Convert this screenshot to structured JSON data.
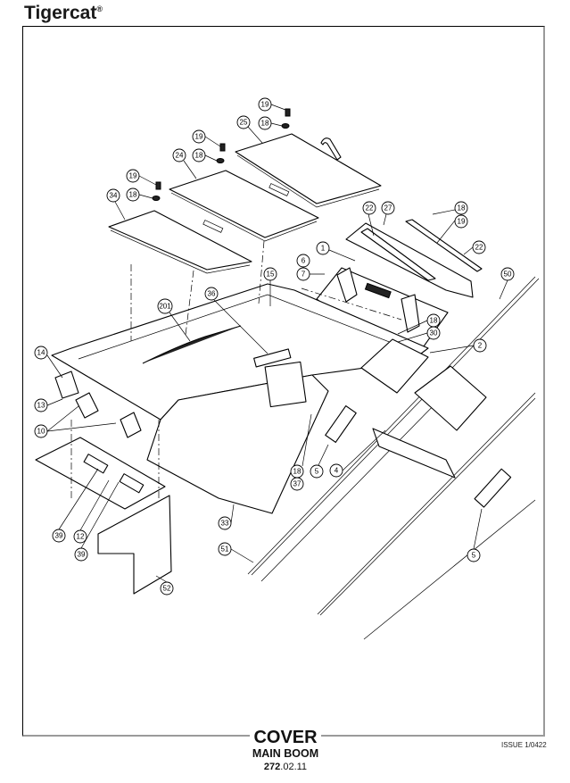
{
  "header": {
    "brand": "Tigercat",
    "brand_mark": "®"
  },
  "title_block": {
    "title": "COVER",
    "subtitle": "MAIN BOOM",
    "section_bold": "272",
    "section_rest": ".02.11",
    "issue": "ISSUE 1/0422"
  },
  "callouts": [
    {
      "id": "c-19a",
      "label": "19"
    },
    {
      "id": "c-18a",
      "label": "18"
    },
    {
      "id": "c-25",
      "label": "25"
    },
    {
      "id": "c-19b",
      "label": "19"
    },
    {
      "id": "c-18b",
      "label": "18"
    },
    {
      "id": "c-24",
      "label": "24"
    },
    {
      "id": "c-19c",
      "label": "19"
    },
    {
      "id": "c-18c",
      "label": "18"
    },
    {
      "id": "c-34",
      "label": "34"
    },
    {
      "id": "c-22a",
      "label": "22"
    },
    {
      "id": "c-27",
      "label": "27"
    },
    {
      "id": "c-18d",
      "label": "18"
    },
    {
      "id": "c-19d",
      "label": "19"
    },
    {
      "id": "c-22b",
      "label": "22"
    },
    {
      "id": "c-1",
      "label": "1"
    },
    {
      "id": "c-6",
      "label": "6"
    },
    {
      "id": "c-7",
      "label": "7"
    },
    {
      "id": "c-15",
      "label": "15"
    },
    {
      "id": "c-36",
      "label": "36"
    },
    {
      "id": "c-201",
      "label": "201"
    },
    {
      "id": "c-50",
      "label": "50"
    },
    {
      "id": "c-18e",
      "label": "18"
    },
    {
      "id": "c-30",
      "label": "30"
    },
    {
      "id": "c-2",
      "label": "2"
    },
    {
      "id": "c-14",
      "label": "14"
    },
    {
      "id": "c-13",
      "label": "13"
    },
    {
      "id": "c-10",
      "label": "10"
    },
    {
      "id": "c-18f",
      "label": "18"
    },
    {
      "id": "c-37",
      "label": "37"
    },
    {
      "id": "c-5a",
      "label": "5"
    },
    {
      "id": "c-4",
      "label": "4"
    },
    {
      "id": "c-33",
      "label": "33"
    },
    {
      "id": "c-39a",
      "label": "39"
    },
    {
      "id": "c-12",
      "label": "12"
    },
    {
      "id": "c-39b",
      "label": "39"
    },
    {
      "id": "c-51",
      "label": "51"
    },
    {
      "id": "c-52",
      "label": "52"
    },
    {
      "id": "c-5b",
      "label": "5"
    }
  ]
}
